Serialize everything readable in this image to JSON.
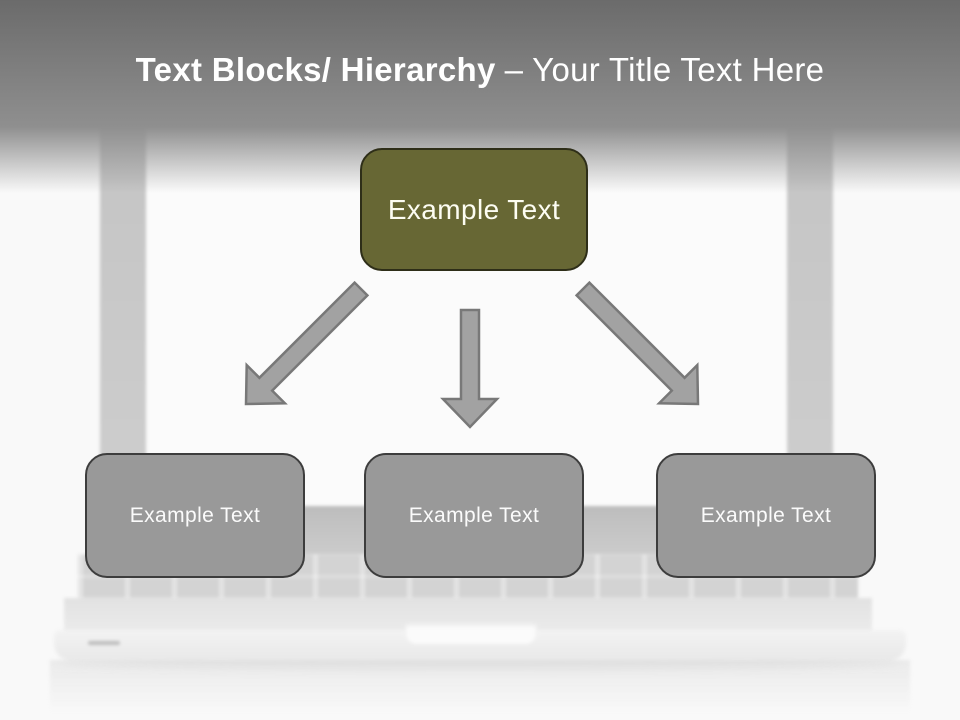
{
  "header": {
    "title_bold": "Text Blocks/ Hierarchy",
    "title_regular": "– Your Title Text Here",
    "band_gradient_top": "#6b6b6b",
    "band_gradient_bottom": "#8f8f8f",
    "title_color": "#ffffff"
  },
  "diagram": {
    "root": {
      "label": "Example Text",
      "fill": "#676734",
      "border": "#2e2e18",
      "text_color": "#fdfdf2"
    },
    "children": [
      {
        "label": "Example Text"
      },
      {
        "label": "Example Text"
      },
      {
        "label": "Example Text"
      }
    ],
    "child_fill": "#999999",
    "child_border": "#3d3d3d",
    "child_text_color": "#fbfbfb",
    "arrow_fill": "#a2a2a2",
    "arrow_outline": "#787878"
  },
  "background": {
    "scene": "white-laptop-front-view",
    "bezel_color": "#c9c9c9"
  }
}
